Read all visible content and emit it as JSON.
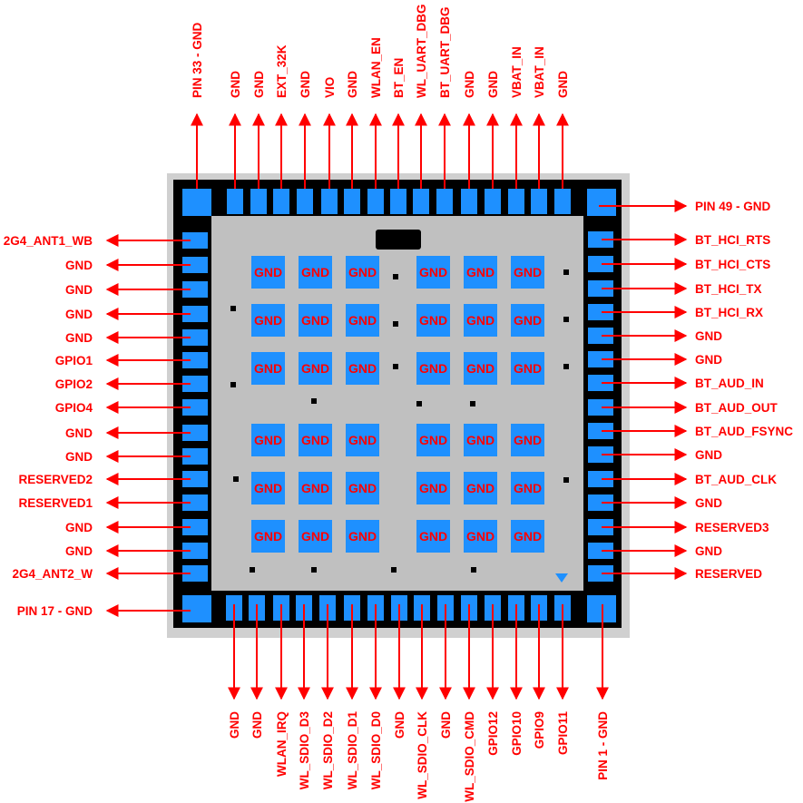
{
  "colors": {
    "label": "#ff0000",
    "arrow": "#ff0000",
    "pad": "#1e90ff",
    "package_outline": "#000000",
    "substrate": "#c0c0c0"
  },
  "top_pins": [
    "PIN 33 - GND",
    "GND",
    "GND",
    "EXT_32K",
    "GND",
    "VIO",
    "GND",
    "WLAN_EN",
    "BT_EN",
    "WL_UART_DBG",
    "BT_UART_DBG",
    "GND",
    "GND",
    "VBAT_IN",
    "VBAT_IN",
    "GND"
  ],
  "bottom_pins": [
    "GND",
    "GND",
    "WLAN_IRQ",
    "WL_SDIO_D3",
    "WL_SDIO_D2",
    "WL_SDIO_D1",
    "WL_SDIO_D0",
    "GND",
    "WL_SDIO_CLK",
    "GND",
    "WL_SDIO_CMD",
    "GPIO12",
    "GPIO10",
    "GPIO9",
    "GPIO11",
    "PIN 1 - GND"
  ],
  "left_pins": [
    "2G4_ANT1_WB",
    "GND",
    "GND",
    "GND",
    "GND",
    "GPIO1",
    "GPIO2",
    "GPIO4",
    "GND",
    "GND",
    "RESERVED2",
    "RESERVED1",
    "GND",
    "GND",
    "2G4_ANT2_W",
    "PIN 17 - GND"
  ],
  "right_pins": [
    "PIN 49 - GND",
    "BT_HCI_RTS",
    "BT_HCI_CTS",
    "BT_HCI_TX",
    "BT_HCI_RX",
    "GND",
    "GND",
    "BT_AUD_IN",
    "BT_AUD_OUT",
    "BT_AUD_FSYNC",
    "GND",
    "BT_AUD_CLK",
    "GND",
    "RESERVED3",
    "GND",
    "RESERVED"
  ],
  "center_pad_label": "GND"
}
